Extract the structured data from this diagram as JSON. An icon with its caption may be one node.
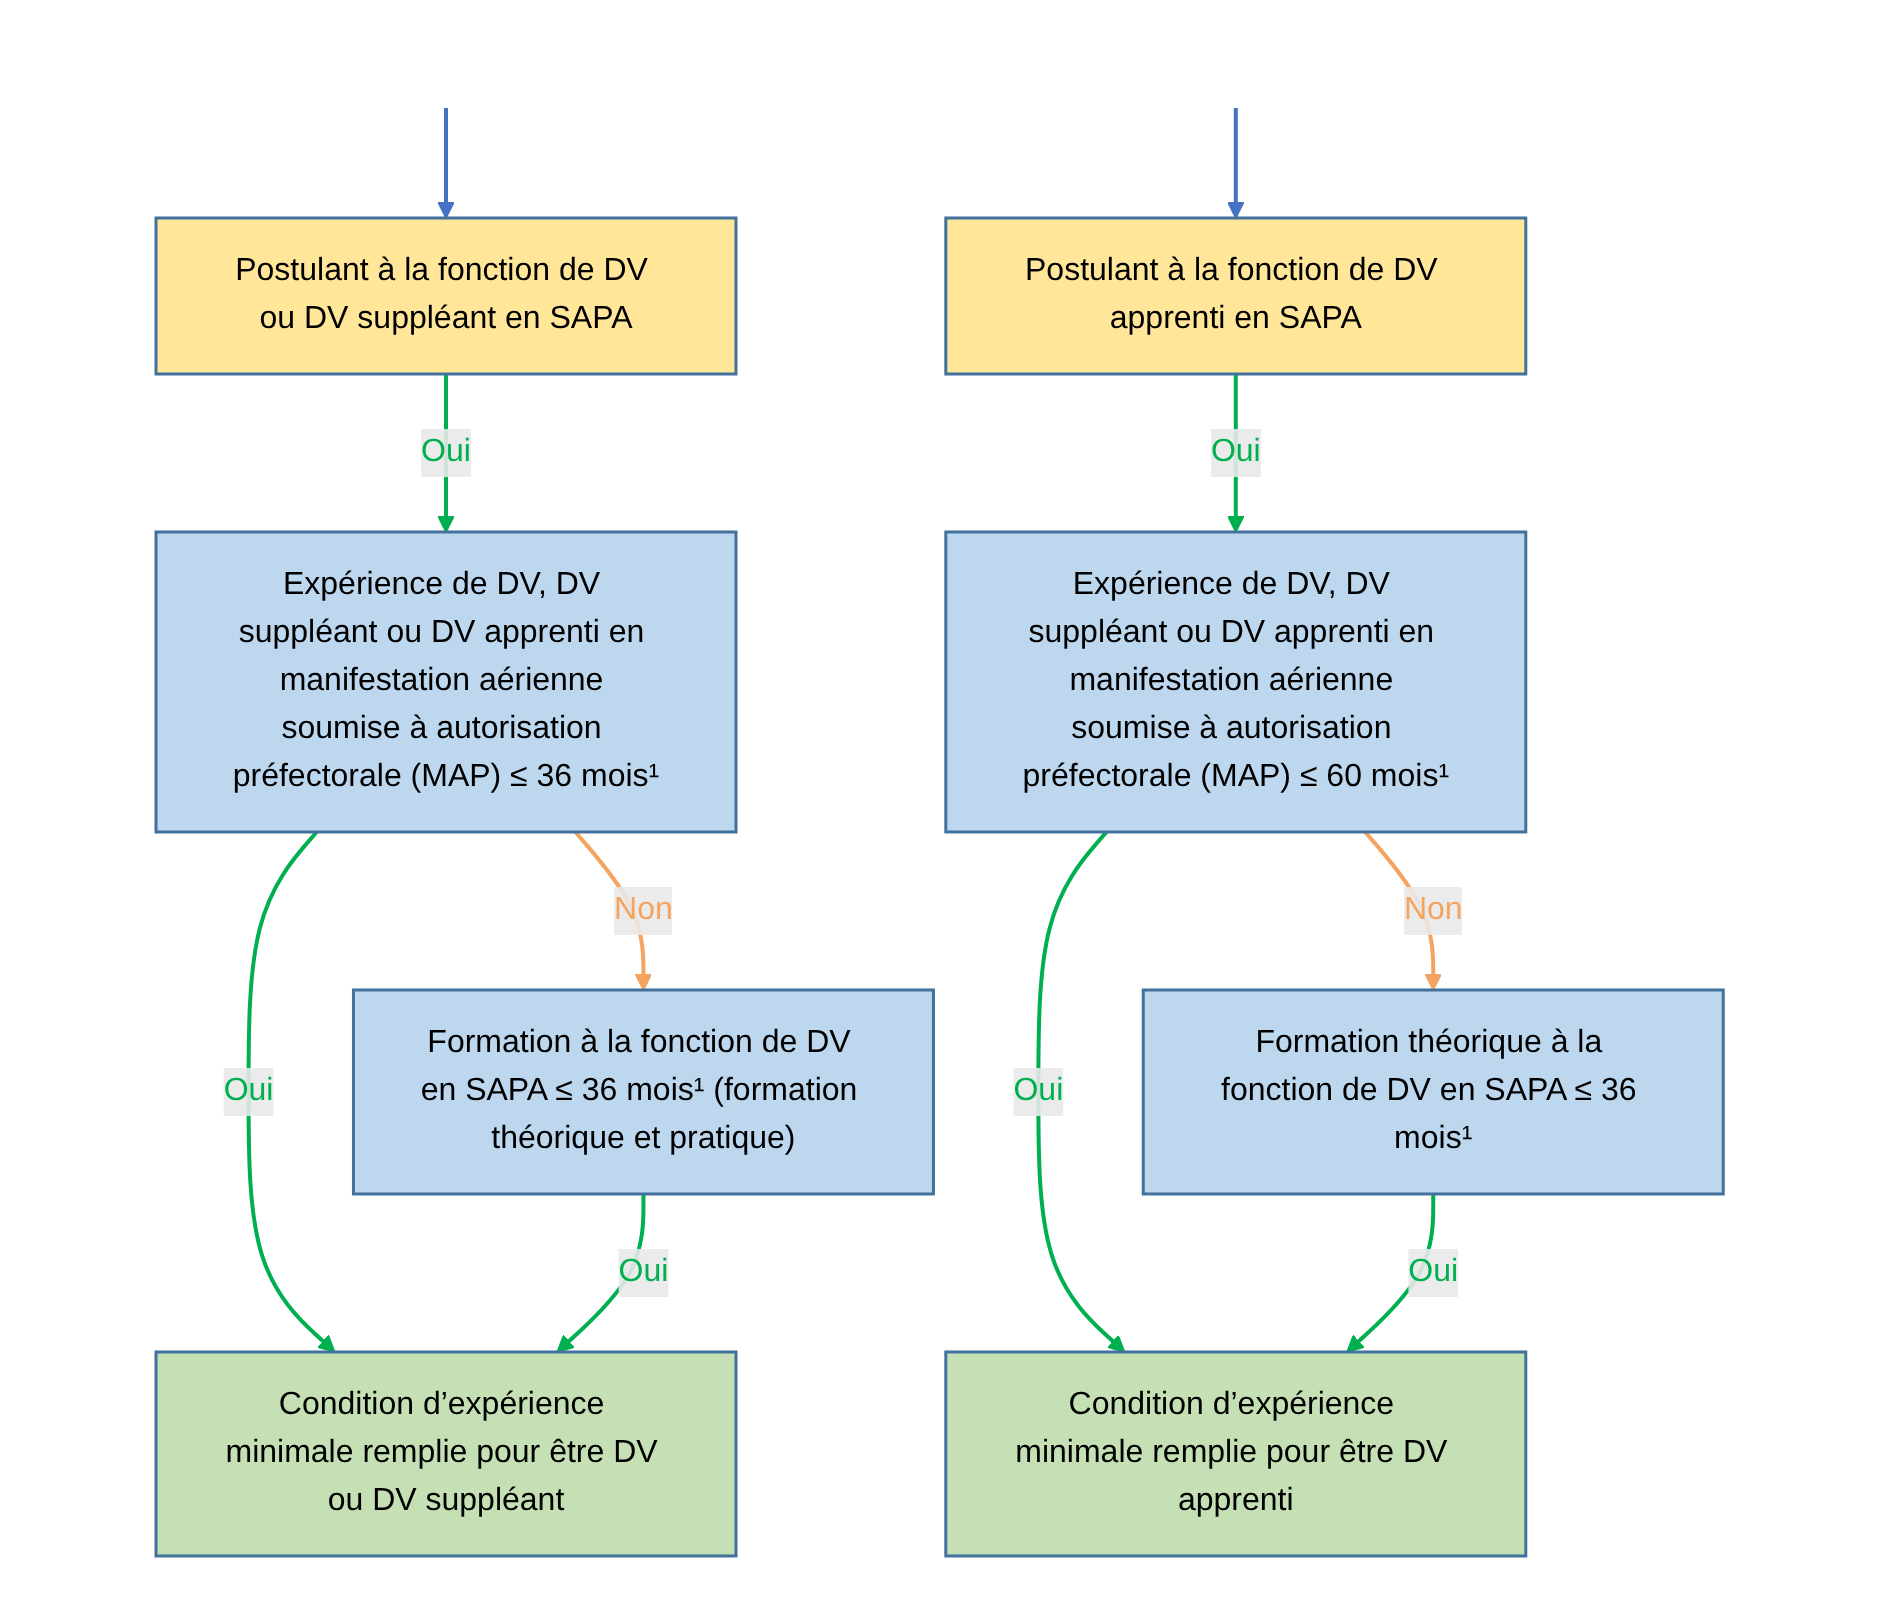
{
  "diagram": {
    "nodes": [
      {
        "text": [
          "Postulant à la fonction de DV ou DV suppléant en SAPA"
        ]
      },
      {
        "text": [
          "Expérience de DV, DV suppléant ou DV apprenti en manifestation aérienne soumise à autorisation préfectorale (MAP) ≤ 36 mois¹"
        ]
      },
      {
        "text": [
          "Formation à la fonction de DV en SAPA ≤ 36 mois¹ (formation théorique et pratique)"
        ]
      },
      {
        "text": [
          "Condition d’expérience minimale remplie pour être DV ou DV suppléant"
        ]
      },
      {
        "text": [
          "Postulant à la fonction de DV apprenti en SAPA"
        ]
      },
      {
        "text": [
          "Expérience de DV, DV suppléant ou DV apprenti en manifestation aérienne soumise à autorisation préfectorale (MAP) ≤ 60 mois¹"
        ]
      },
      {
        "text": [
          "Formation théorique à la fonction de DV en SAPA ≤ 36 mois¹"
        ]
      },
      {
        "text": [
          "Condition d’expérience minimale remplie pour être DV apprenti"
        ]
      }
    ],
    "edges": [
      {
        "from": null,
        "to": 0,
        "arrow": "to",
        "color": "#4472c4"
      },
      {
        "from": 0,
        "to": 1,
        "arrow": "to",
        "label": "Oui"
      },
      {
        "from": 1,
        "to": 3,
        "arrow": "to",
        "label": "Oui"
      },
      {
        "from": 1,
        "to": 2,
        "arrow": "to",
        "label": "Non",
        "color": "#f4a460"
      },
      {
        "from": 2,
        "to": 3,
        "arrow": "to",
        "label": "Oui"
      },
      {
        "from": null,
        "to": 4,
        "arrow": "to",
        "color": "#4472c4"
      },
      {
        "from": 4,
        "to": 5,
        "arrow": "to",
        "label": "Oui"
      },
      {
        "from": 5,
        "to": 7,
        "arrow": "to",
        "label": "Oui"
      },
      {
        "from": 5,
        "to": 6,
        "arrow": "to",
        "label": "Non",
        "color": "#f4a460"
      },
      {
        "from": 6,
        "to": 7,
        "arrow": "to",
        "label": "Oui"
      }
    ]
  }
}
